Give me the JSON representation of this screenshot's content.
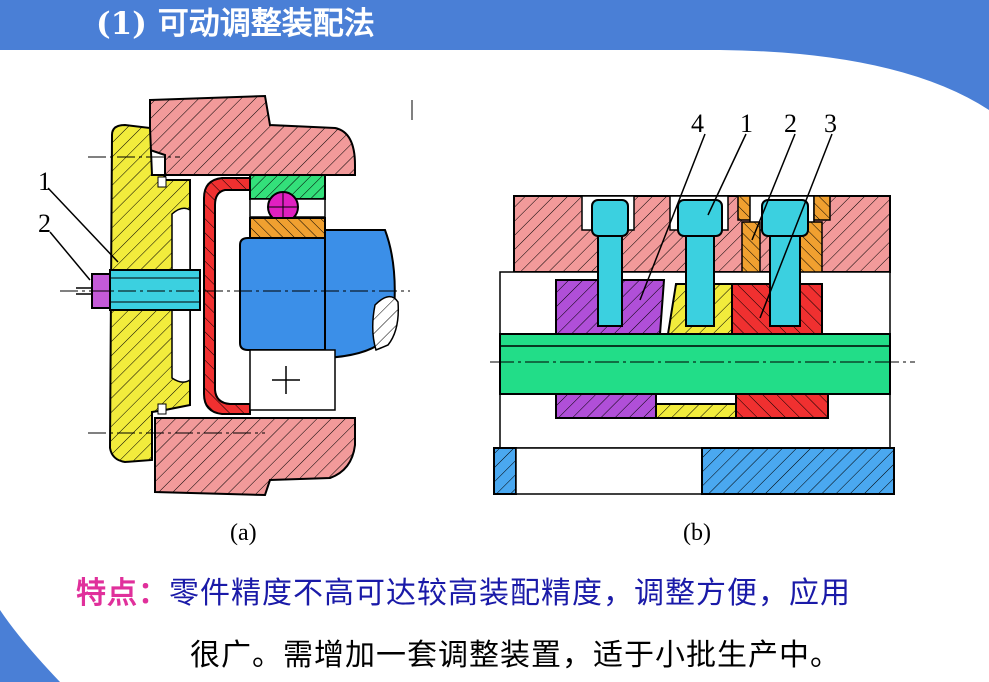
{
  "title": "(1) 可动调整装配法",
  "figure_a": {
    "caption": "(a)",
    "labels": [
      "1",
      "2"
    ]
  },
  "figure_b": {
    "caption": "(b)",
    "labels": [
      "4",
      "1",
      "2",
      "3"
    ]
  },
  "feature": {
    "label": "特点：",
    "line1": "零件精度不高可达较高装配精度，调整方便，应用",
    "line2": "很广。需增加一套调整装置，适于小批生产中。"
  },
  "colors": {
    "header": "#4a7fd6",
    "background": "#ffffff",
    "feature_label": "#e0309b",
    "feature_text": "#1a1aa8"
  }
}
